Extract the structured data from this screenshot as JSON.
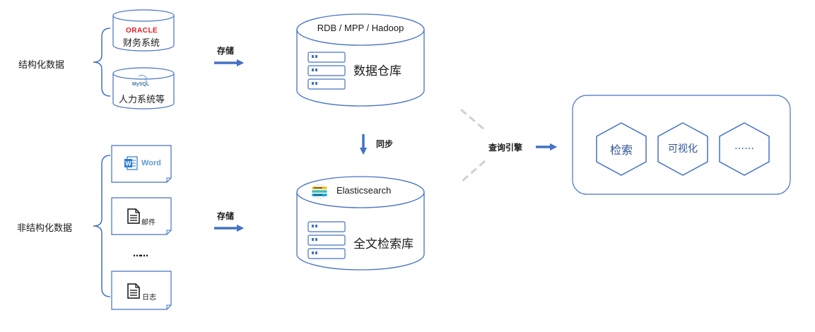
{
  "structured": {
    "label": "结构化数据",
    "sources": [
      {
        "logo": "ORACLE",
        "name": "财务系统"
      },
      {
        "logo": "MySQL",
        "name": "人力系统等"
      }
    ]
  },
  "unstructured": {
    "label": "非结构化数据",
    "docs": [
      {
        "icon": "word-icon",
        "name": "Word"
      },
      {
        "icon": "document-icon",
        "name": "邮件"
      },
      {
        "icon": "ellipsis",
        "name": "……"
      },
      {
        "icon": "document-icon",
        "name": "日志"
      }
    ]
  },
  "arrows": {
    "store_label_top": "存储",
    "store_label_bottom": "存储",
    "sync_label": "同步",
    "query_label": "查询引擎"
  },
  "warehouse": {
    "top_text": "RDB / MPP / Hadoop",
    "name": "数据仓库"
  },
  "search_db": {
    "top_text": "Elasticsearch",
    "name": "全文检索库"
  },
  "apps": {
    "items": [
      "检索",
      "可视化",
      "……"
    ]
  },
  "colors": {
    "stroke": "#4472c4",
    "arrow": "#4472c4",
    "hex_text": "#2f5597",
    "dash": "#d0d0d0"
  }
}
